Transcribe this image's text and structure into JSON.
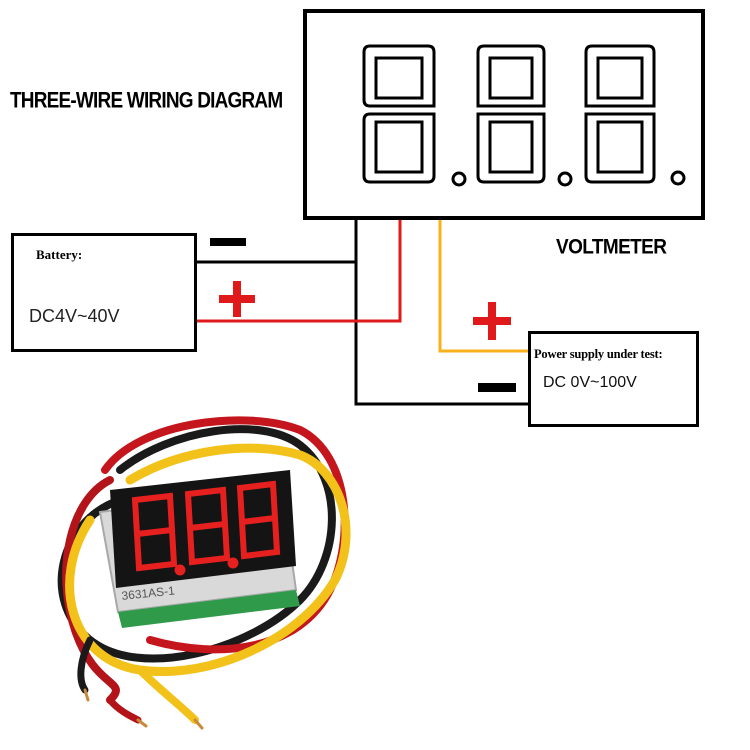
{
  "diagram": {
    "title": "THREE-WIRE WIRING DIAGRAM",
    "voltmeter_label": "VOLTMETER",
    "battery": {
      "title": "Battery:",
      "range": "DC4V~40V"
    },
    "supply": {
      "title": "Power supply under test:",
      "range": "DC 0V~100V"
    },
    "display_digits": "8.8.8.",
    "module_label": "3631AS-1",
    "wire_colors": {
      "black": "#000000",
      "red": "#e0191b",
      "yellow": "#f7b21b"
    },
    "polarity_colors": {
      "positive": "#e0191b",
      "negative": "#000000"
    }
  }
}
